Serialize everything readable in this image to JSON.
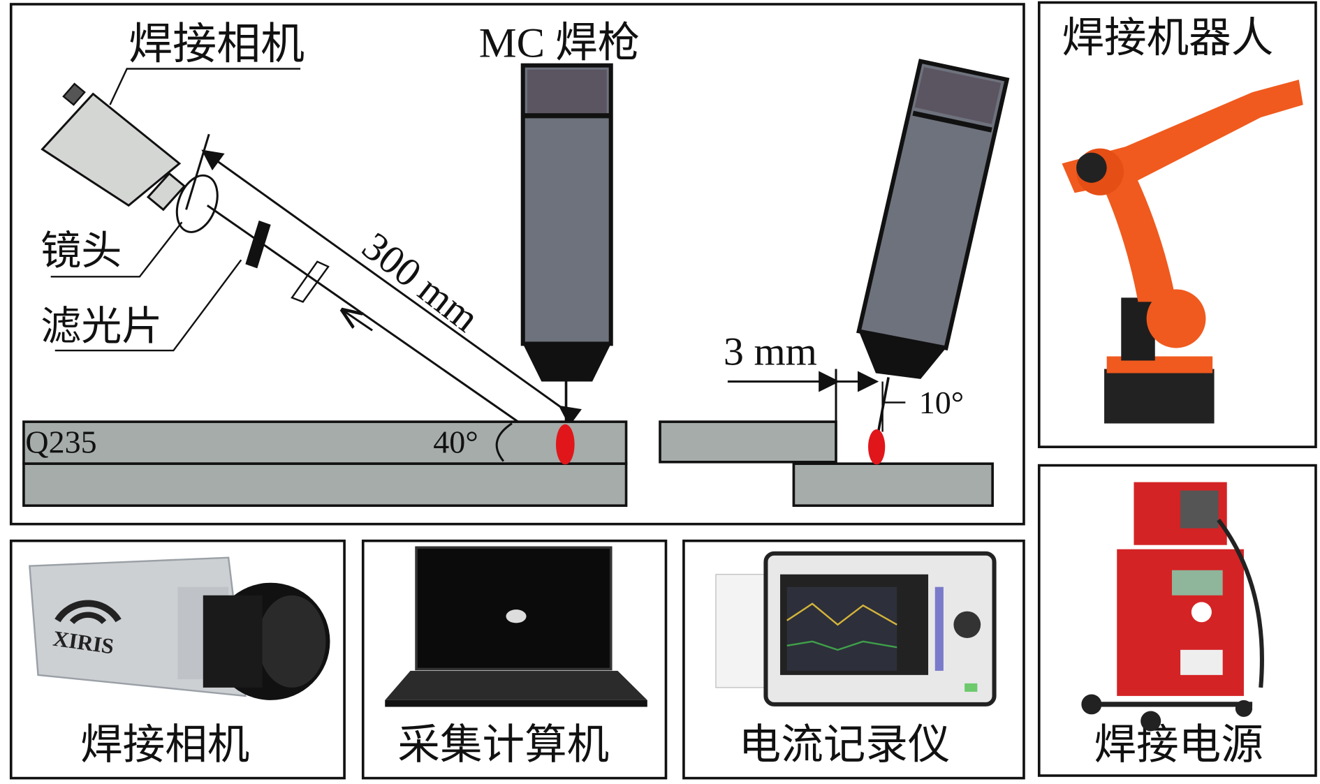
{
  "diagram": {
    "top_labels": {
      "camera": "焊接相机",
      "torch": "MC 焊枪",
      "lens": "镜头",
      "filter": "滤光片"
    },
    "dimensions": {
      "distance": "300 mm",
      "angle_view": "40°",
      "offset": "3 mm",
      "angle_torch": "10°"
    },
    "material": "Q235",
    "panels": {
      "robot": "焊接机器人",
      "camera": "焊接相机",
      "computer": "采集计算机",
      "recorder": "电流记录仪",
      "power": "焊接电源"
    },
    "camera_brand": "XIRIS",
    "colors": {
      "weld": "#e0161b",
      "plate": "#a5aca9",
      "torch": "#6e727d",
      "robot": "#f05a1e",
      "power": "#d42325"
    }
  }
}
